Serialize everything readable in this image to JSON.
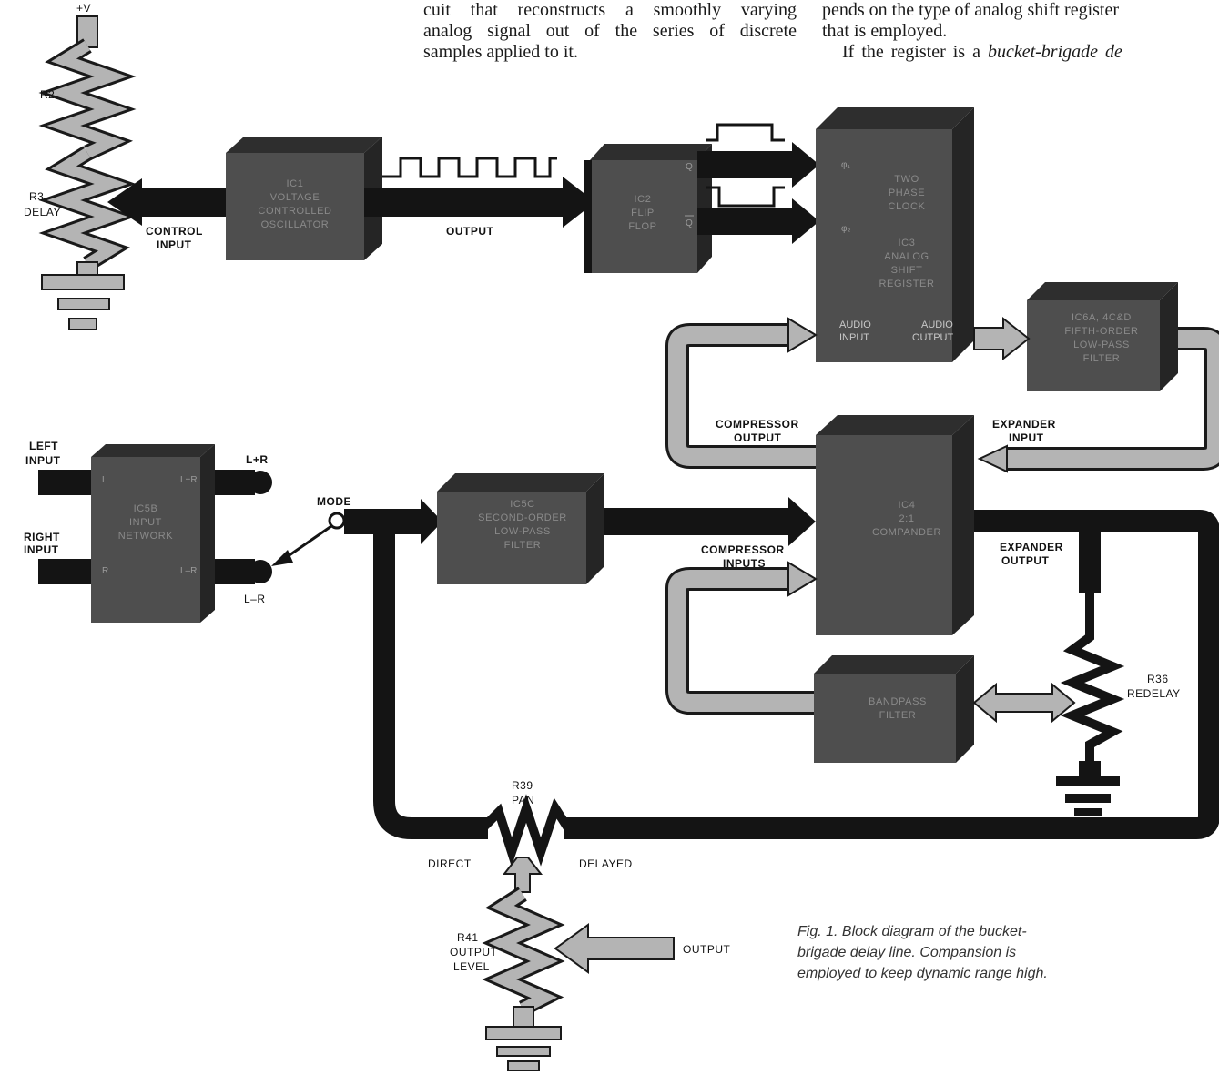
{
  "text_column_1": [
    "cuit that reconstructs a smoothly varying",
    "analog signal out of the series of discrete",
    "samples applied to it."
  ],
  "text_column_2": {
    "line1": "pends on the type of analog shift register",
    "line2": "that is employed.",
    "line3_prefix": "If the register is a ",
    "line3_italic": "bucket-brigade de"
  },
  "labels": {
    "plus_v": "+V",
    "r2": "R2",
    "r3": "R3",
    "r3_sub": "DELAY",
    "control_input_1": "CONTROL",
    "control_input_2": "INPUT",
    "output_vco": "OUTPUT",
    "left_input_1": "LEFT",
    "left_input_2": "INPUT",
    "right_input_1": "RIGHT",
    "right_input_2": "INPUT",
    "l_plus_r": "L+R",
    "l_minus_r": "L–R",
    "mode": "MODE",
    "compressor_output_1": "COMPRESSOR",
    "compressor_output_2": "OUTPUT",
    "expander_input_1": "EXPANDER",
    "expander_input_2": "INPUT",
    "compressor_inputs_1": "COMPRESSOR",
    "compressor_inputs_2": "INPUTS",
    "expander_output_1": "EXPANDER",
    "expander_output_2": "OUTPUT",
    "r36": "R36",
    "r36_sub": "REDELAY",
    "r39": "R39",
    "r39_sub": "PAN",
    "direct": "DIRECT",
    "delayed": "DELAYED",
    "r41": "R41",
    "r41_sub1": "OUTPUT",
    "r41_sub2": "LEVEL",
    "output_final": "OUTPUT"
  },
  "blocks": {
    "ic1": [
      "IC1",
      "VOLTAGE",
      "CONTROLLED",
      "OSCILLATOR"
    ],
    "ic2": [
      "IC2",
      "FLIP",
      "FLOP"
    ],
    "ic2_pins": [
      "Q",
      "Q"
    ],
    "ic3": [
      "TWO",
      "PHASE",
      "CLOCK",
      "IC3",
      "ANALOG",
      "SHIFT",
      "REGISTER"
    ],
    "ic3_pins": [
      "φ₁",
      "φ₂",
      "AUDIO",
      "INPUT",
      "AUDIO",
      "OUTPUT"
    ],
    "ic6": [
      "IC6A, 4C&D",
      "FIFTH-ORDER",
      "LOW-PASS",
      "FILTER"
    ],
    "ic5b": [
      "IC5B",
      "INPUT",
      "NETWORK"
    ],
    "ic5b_pins": [
      "L",
      "R",
      "L+R",
      "L–R"
    ],
    "ic5c": [
      "IC5C",
      "SECOND-ORDER",
      "LOW-PASS",
      "FILTER"
    ],
    "ic4": [
      "IC4",
      "2:1",
      "COMPANDER"
    ],
    "bandpass": [
      "BANDPASS",
      "FILTER"
    ]
  },
  "caption": [
    "Fig. 1. Block diagram of the bucket-",
    "brigade delay line. Compansion is",
    "employed to keep dynamic range high."
  ],
  "colors": {
    "block_dark": "#4e4e4e",
    "block_side": "#2e2e2e",
    "bus_dark": "#141414",
    "bus_light": "#b4b4b4",
    "bus_outline": "#1a1a1a"
  }
}
